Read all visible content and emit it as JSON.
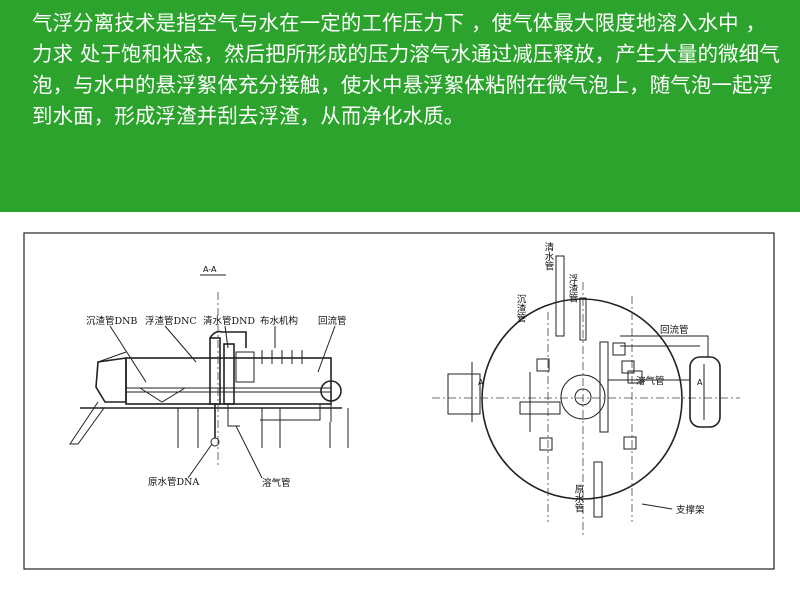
{
  "intro": {
    "text": "气浮分离技术是指空气与水在一定的工作压力下 ，使气体最大限度地溶入水中 ，力求 处于饱和状态，然后把所形成的压力溶气水通过减压释放，产生大量的微细气泡，与水中的悬浮絮体充分接触，使水中悬浮絮体粘附在微气泡上，随气泡一起浮到水面，形成浮渣并刮去浮渣，从而净化水质。"
  },
  "diagram": {
    "section_title": "A-A",
    "side_view": {
      "labels": {
        "sludge_pipe": "沉渣管DNB",
        "scum_pipe": "浮渣管DNC",
        "clear_pipe": "清水管DND",
        "distributor": "布水机构",
        "return_pipe": "回流管",
        "raw_pipe": "原水管DNA",
        "dissolved_air_pipe": "溶气管"
      }
    },
    "top_view": {
      "labels": {
        "clear_pipe": "清水管",
        "sludge_pipe": "沉渣管",
        "scum_pipe": "浮渣管",
        "return_pipe": "回流管",
        "dissolved_air_pipe": "溶气管",
        "raw_pipe": "原水管",
        "support": "支撑架",
        "section_mark_left": "A",
        "section_mark_right": "A"
      }
    }
  }
}
